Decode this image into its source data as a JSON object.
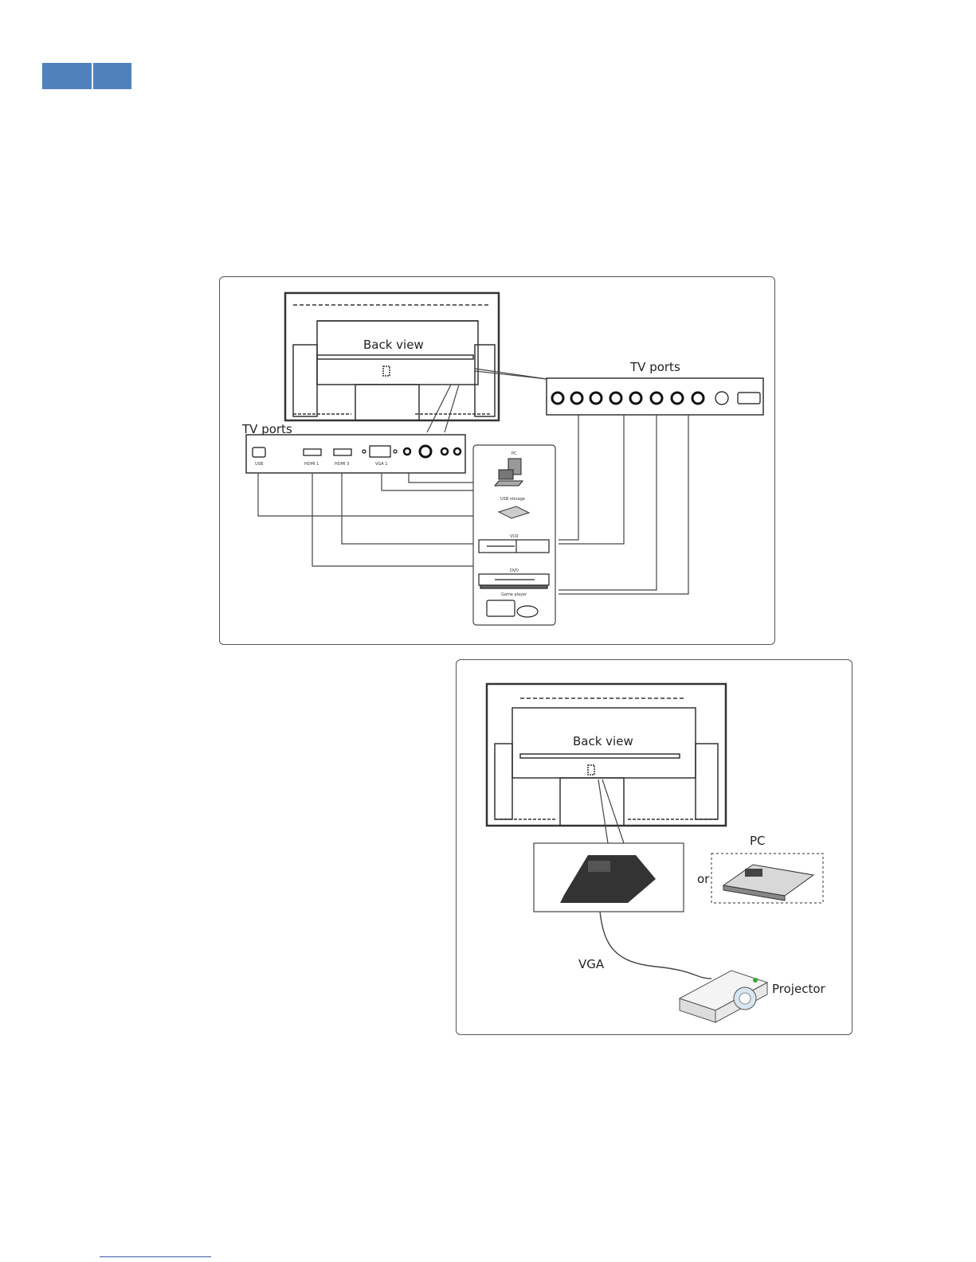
{
  "header": {
    "tab_color": "#4f81bd"
  },
  "diagram1": {
    "back_view_label": "Back view",
    "tv_ports_right_label": "TV ports",
    "tv_ports_left_label": "TV ports",
    "port_labels": [
      "USB",
      "HDMI 1",
      "HDMI 3",
      "VGA 1"
    ],
    "devices": [
      "PC",
      "USB storage",
      "VCR",
      "DVD",
      "Game player"
    ]
  },
  "diagram2": {
    "back_view_label": "Back view",
    "pc_label": "PC",
    "or_label": "or",
    "vga_label": "VGA",
    "projector_label": "Projector"
  }
}
